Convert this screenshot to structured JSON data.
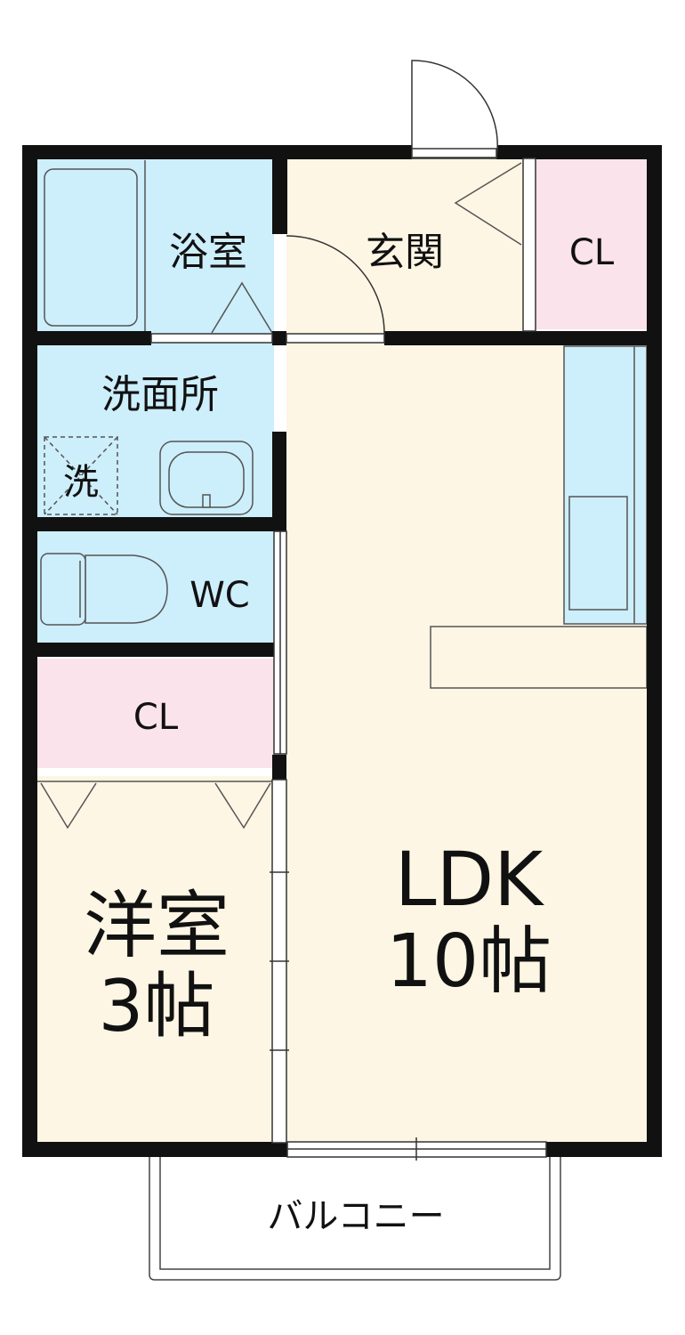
{
  "rooms": {
    "bath": "浴室",
    "entrance": "玄関",
    "cl_entrance": "CL",
    "washroom": "洗面所",
    "washer": "洗",
    "wc": "WC",
    "cl_western": "CL",
    "western_name": "洋室",
    "western_size": "3帖",
    "ldk_name": "LDK",
    "ldk_size": "10帖",
    "balcony": "バルコニー"
  },
  "colors": {
    "wall": "#111111",
    "blue_area": "#cdeefb",
    "pink_area": "#fbe3ec",
    "cream_area": "#fdf6e4",
    "line": "#333333"
  }
}
